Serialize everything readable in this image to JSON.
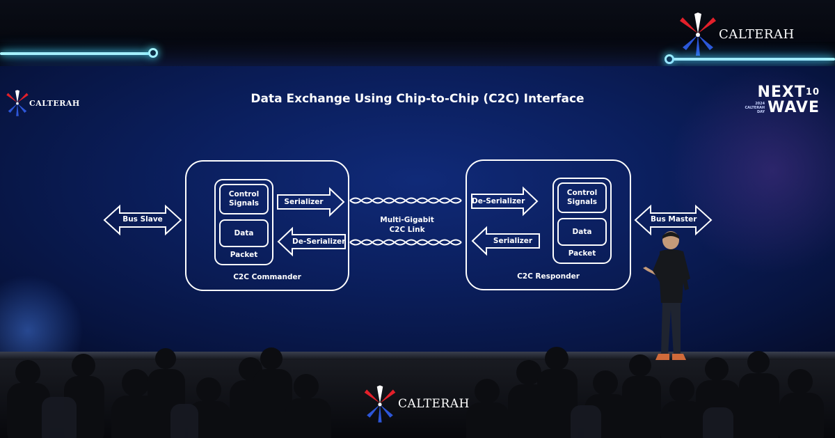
{
  "brand": {
    "name": "CALTERAH",
    "colors": {
      "red": "#e3202a",
      "blue": "#2d56d8",
      "white": "#ffffff"
    }
  },
  "event": {
    "word1": "NEXT",
    "word2": "WAVE",
    "number": "10",
    "small_lines": [
      "2024",
      "CALTERAH",
      "DAY"
    ]
  },
  "slide": {
    "title": "Data Exchange Using Chip-to-Chip (C2C) Interface",
    "left_port": "Bus Slave",
    "right_port": "Bus Master",
    "commander": {
      "name": "C2C Commander",
      "control": "Control Signals",
      "data": "Data",
      "packet": "Packet",
      "tx": "Serializer",
      "rx": "De-Serializer"
    },
    "responder": {
      "name": "C2C Responder",
      "control": "Control Signals",
      "data": "Data",
      "packet": "Packet",
      "rx": "De-Serializer",
      "tx": "Serializer"
    },
    "link": {
      "line1": "Multi-Gigabit",
      "line2": "C2C Link"
    }
  },
  "icons": [
    "calterah-logo-icon",
    "stage-light-bar",
    "speaker-figure",
    "audience-silhouettes"
  ]
}
